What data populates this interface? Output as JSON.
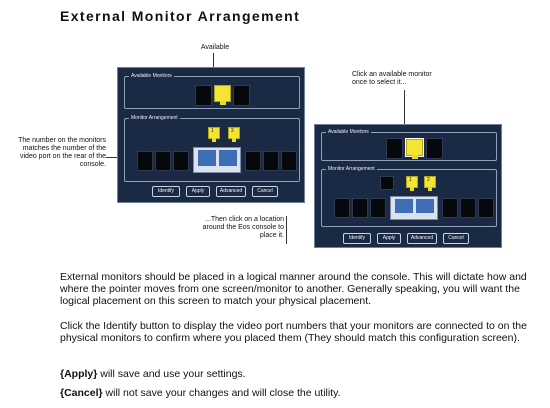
{
  "title": "External Monitor Arrangement",
  "callouts": {
    "available": "Available",
    "click_available": "Click an available monitor once to select it...",
    "number_matches": "The number on the monitors matches the number of the video port on the rear of the console.",
    "then_click": "...Then click on a location around the Eos console to place it."
  },
  "left_screen": {
    "available_label": "Available Monitors",
    "arrangement_label": "Monitor Arrangement",
    "buttons": {
      "identify": "Identify",
      "apply": "Apply",
      "advanced": "Advanced",
      "cancel": "Cancel"
    }
  },
  "right_screen": {
    "available_label": "Available Monitors",
    "arrangement_label": "Monitor Arrangement",
    "buttons": {
      "identify": "Identify",
      "apply": "Apply",
      "advanced": "Advanced",
      "cancel": "Cancel"
    }
  },
  "paragraphs": {
    "p1": "External monitors should be placed in a logical manner around the console. This will dictate how and where the pointer moves from one screen/monitor to another. Generally speaking, you will want the logical placement on this screen to match your physical placement.",
    "p2": "Click the Identify button to display the video port numbers that your monitors are connected to on the physical monitors to confirm where you placed them (They should match this configuration screen).",
    "p3_bold": "{Apply}",
    "p3_rest": " will save and use your settings.",
    "p4_bold": "{Cancel}",
    "p4_rest": " will not save your changes and will close the utility."
  },
  "colors": {
    "panel": "#1b2a44",
    "monitor": "#f2e535",
    "slot": "#07090e"
  }
}
